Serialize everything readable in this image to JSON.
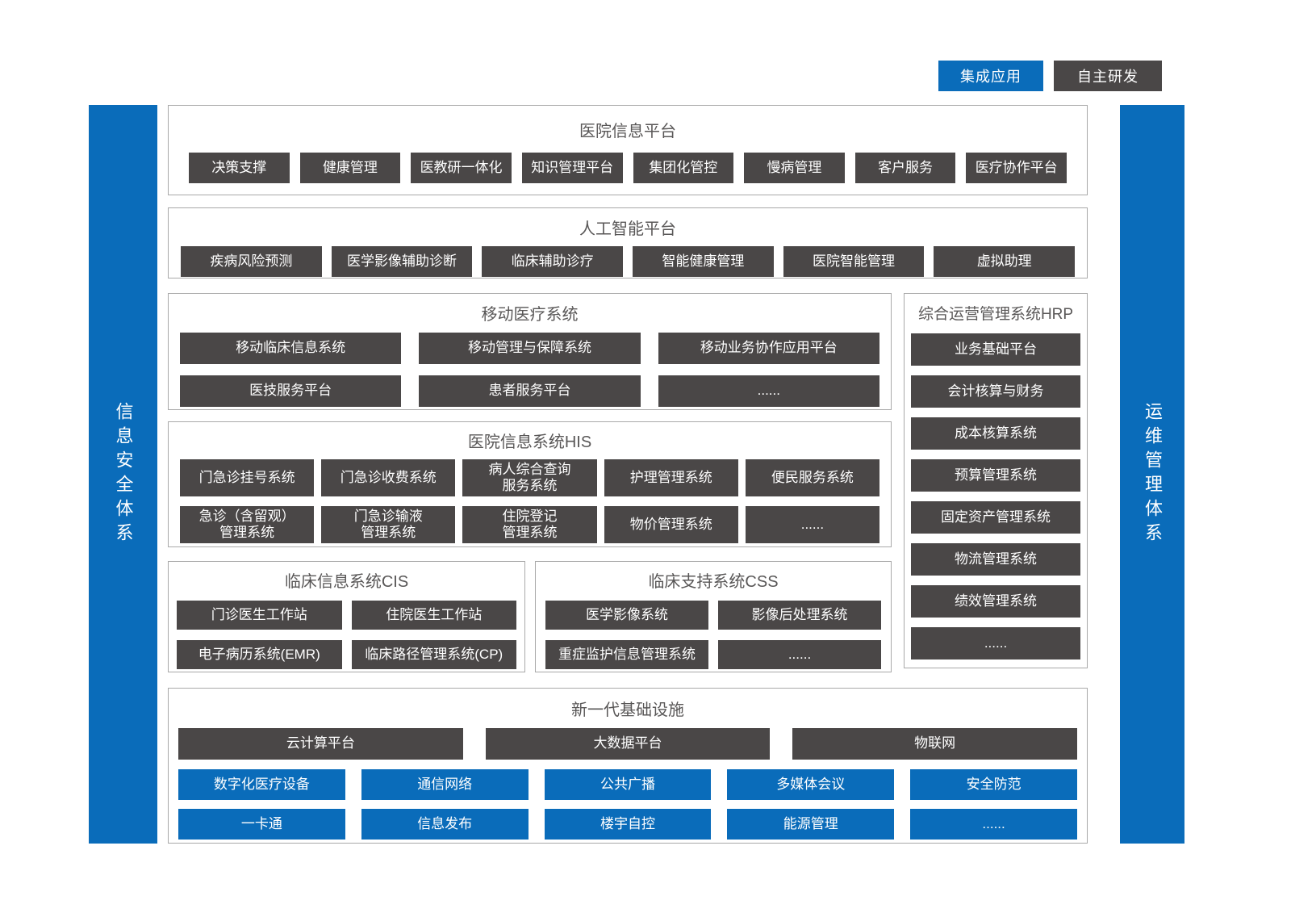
{
  "colors": {
    "integrated_blue": "#0a6cba",
    "self_developed_dark": "#4a4747",
    "panel_border": "#a9a9a9",
    "title_text": "#595757"
  },
  "legend": [
    {
      "label": "集成应用"
    },
    {
      "label": "自主研发"
    }
  ],
  "side_bars": {
    "left": "信息安全体系",
    "right": "运维管理体系"
  },
  "sections": {
    "platform": {
      "title": "医院信息平台",
      "items": [
        "决策支撑",
        "健康管理",
        "医教研一体化",
        "知识管理平台",
        "集团化管控",
        "慢病管理",
        "客户服务",
        "医疗协作平台"
      ]
    },
    "ai": {
      "title": "人工智能平台",
      "items": [
        "疾病风险预测",
        "医学影像辅助诊断",
        "临床辅助诊疗",
        "智能健康管理",
        "医院智能管理",
        "虚拟助理"
      ]
    },
    "mobile": {
      "title": "移动医疗系统",
      "rows": [
        [
          "移动临床信息系统",
          "移动管理与保障系统",
          "移动业务协作应用平台"
        ],
        [
          "医技服务平台",
          "患者服务平台",
          "......"
        ]
      ]
    },
    "hrp": {
      "title": "综合运营管理系统HRP",
      "items": [
        "业务基础平台",
        "会计核算与财务",
        "成本核算系统",
        "预算管理系统",
        "固定资产管理系统",
        "物流管理系统",
        "绩效管理系统",
        "......"
      ]
    },
    "his": {
      "title": "医院信息系统HIS",
      "rows": [
        [
          "门急诊挂号系统",
          "门急诊收费系统",
          "病人综合查询\n服务系统",
          "护理管理系统",
          "便民服务系统"
        ],
        [
          "急诊（含留观）\n管理系统",
          "门急诊输液\n管理系统",
          "住院登记\n管理系统",
          "物价管理系统",
          "......"
        ]
      ]
    },
    "cis": {
      "title": "临床信息系统CIS",
      "rows": [
        [
          "门诊医生工作站",
          "住院医生工作站"
        ],
        [
          "电子病历系统(EMR)",
          "临床路径管理系统(CP)"
        ]
      ]
    },
    "css": {
      "title": "临床支持系统CSS",
      "rows": [
        [
          "医学影像系统",
          "影像后处理系统"
        ],
        [
          "重症监护信息管理系统",
          "......"
        ]
      ]
    },
    "infra": {
      "title": "新一代基础设施",
      "dark_row": [
        "云计算平台",
        "大数据平台",
        "物联网"
      ],
      "blue_rows": [
        [
          "数字化医疗设备",
          "通信网络",
          "公共广播",
          "多媒体会议",
          "安全防范"
        ],
        [
          "一卡通",
          "信息发布",
          "楼宇自控",
          "能源管理",
          "......"
        ]
      ]
    }
  }
}
